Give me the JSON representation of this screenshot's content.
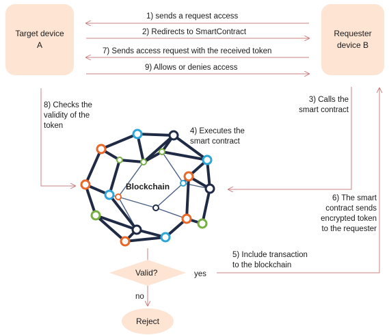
{
  "nodes": {
    "target_device": {
      "line1": "Target device",
      "line2": "A"
    },
    "requester_device": {
      "line1": "Requester",
      "line2": "device B"
    },
    "blockchain": "Blockchain",
    "decision": "Valid?",
    "reject": "Reject"
  },
  "steps": {
    "s1": "1) sends a request access",
    "s2": "2) Redirects to SmartContract",
    "s3": [
      "3) Calls the",
      "smart contract"
    ],
    "s4": [
      "4) Executes the",
      "smart contract"
    ],
    "s5": [
      "5) Include transaction",
      "to the blockchain"
    ],
    "s6": [
      "6) The smart",
      "contract sends",
      "encrypted token",
      "to the requester"
    ],
    "s7": "7) Sends access request with the received token",
    "s8": [
      "8) Checks the",
      "validity of the",
      "token"
    ],
    "s9": "9) Allows or denies access"
  },
  "branches": {
    "yes": "yes",
    "no": "no"
  },
  "colors": {
    "box_fill": "#fde4d3",
    "arrow": "#c98080",
    "network_edge": "#1f2a44",
    "network_inner_edge": "#4a5f86",
    "node_orange": "#e8682a",
    "node_blue": "#2ea5d8",
    "node_green": "#76b043",
    "node_dark": "#1f2a44"
  }
}
